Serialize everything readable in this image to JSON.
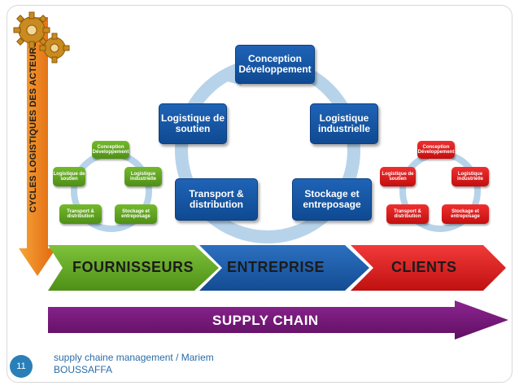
{
  "side_label": "CYCLES LOGISTIQUES DES ACTEURS",
  "main_cycle": {
    "top": "Conception Développement",
    "left": "Logistique de soutien",
    "right": "Logistique industrielle",
    "bottom_left": "Transport & distribution",
    "bottom_right": "Stockage et entreposage"
  },
  "small_cycle_green": {
    "top": "Conception Développement",
    "left": "Logistique de soutien",
    "right": "Logistique industrielle",
    "bottom_left": "Transport & distribution",
    "bottom_right": "Stockage et entreposage"
  },
  "small_cycle_red": {
    "top": "Conception Développement",
    "left": "Logistique de soutien",
    "right": "Logistique industrielle",
    "bottom_left": "Transport & distribution",
    "bottom_right": "Stockage et entreposage"
  },
  "bands": {
    "fournisseurs": "FOURNISSEURS",
    "entreprise": "ENTREPRISE",
    "clients": "CLIENTS",
    "supply_chain": "SUPPLY CHAIN"
  },
  "colors": {
    "green": "#5aa21d",
    "blue": "#1f5fb0",
    "red": "#e41e1e",
    "purple": "#7b1a7e",
    "orange": "#f07a14"
  },
  "footer": {
    "slide_number": "11",
    "text": "supply chaine management / Mariem BOUSSAFFA"
  },
  "icons": {
    "corner": "gears-icon"
  }
}
